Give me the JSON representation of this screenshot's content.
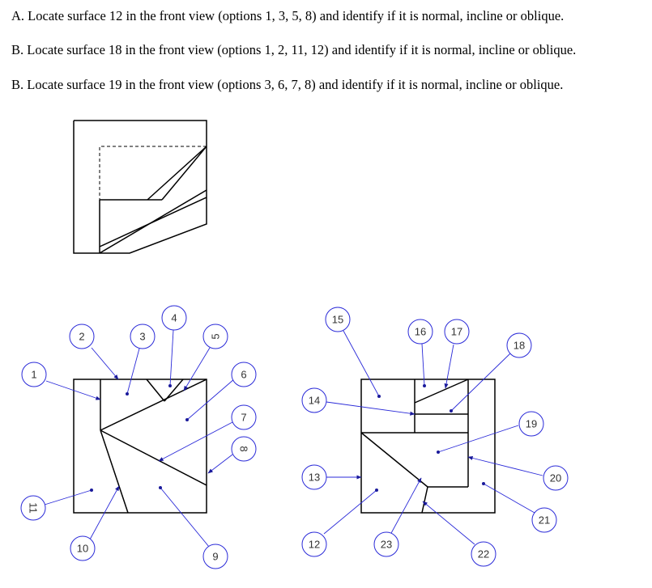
{
  "questions": [
    "A. Locate surface 12 in the front view (options 1, 3, 5, 8) and identify if it is normal, incline or oblique.",
    "B. Locate surface 18 in the front view (options 1, 2, 11, 12) and identify if it is normal, incline or oblique.",
    "B. Locate surface 19  in the front view (options 3, 6, 7, 8) and identify if it is normal, incline or oblique."
  ],
  "colors": {
    "line": "#000000",
    "leader": "#2a2ad8",
    "text": "#333333"
  },
  "front_view_labels": [
    "1",
    "2",
    "3",
    "4",
    "5",
    "6",
    "7",
    "8",
    "9",
    "10",
    "11"
  ],
  "side_view_labels": [
    "12",
    "13",
    "14",
    "15",
    "16",
    "17",
    "18",
    "19",
    "20",
    "21",
    "22",
    "23"
  ]
}
